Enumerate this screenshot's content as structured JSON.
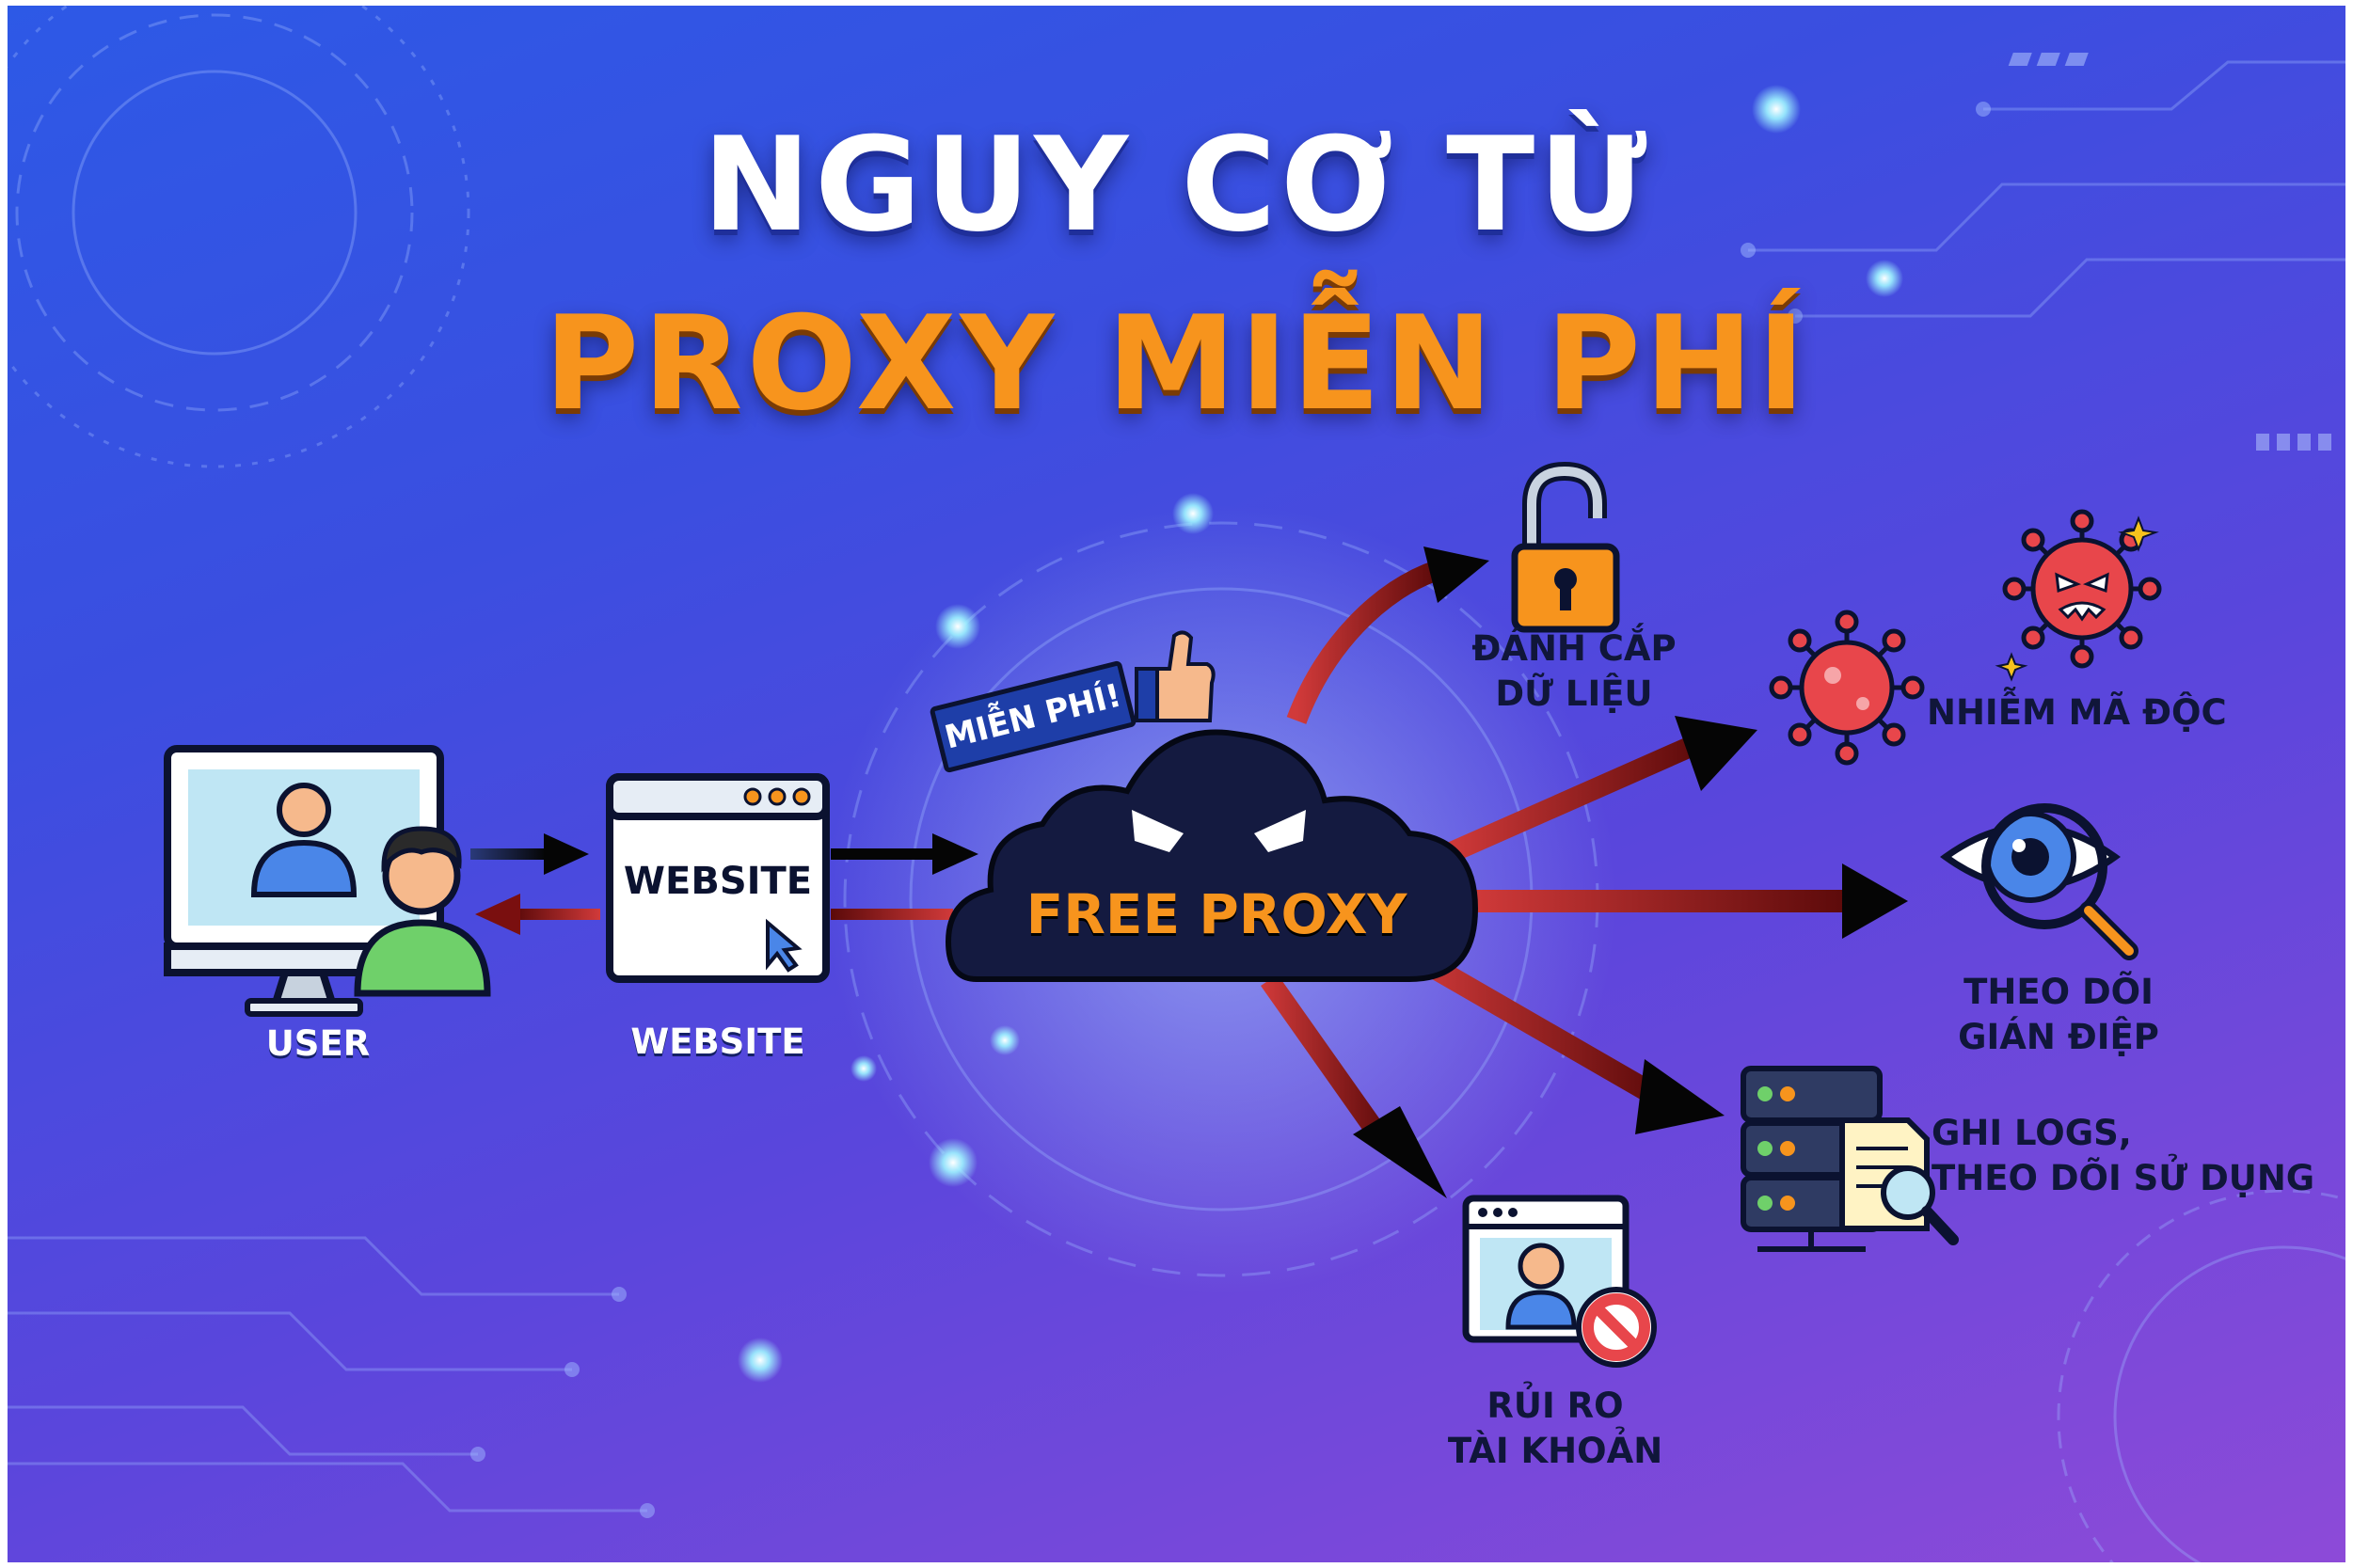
{
  "title": {
    "line1": "NGUY CƠ TỪ",
    "line2": "PROXY MIỄN PHÍ"
  },
  "colors": {
    "background_start": "#2d59e6",
    "background_end": "#8d4ad8",
    "title_primary": "#ffffff",
    "title_accent": "#f7941d",
    "arrow_dark": "#0b0b0b",
    "arrow_red": "#7a0f0f",
    "icon_orange": "#f7941d",
    "virus_red": "#e8464b"
  },
  "nodes": {
    "user": {
      "label": "USER",
      "icon": "computer-user-icon"
    },
    "website": {
      "label": "WEBSITE",
      "browser_text": "WEBSITE",
      "icon": "browser-window-icon"
    },
    "proxy": {
      "label": "FREE PROXY",
      "tag": "MIỄN PHÍ!",
      "icon": "evil-cloud-icon"
    }
  },
  "risks": [
    {
      "id": "data-theft",
      "label": "ĐÁNH CẮP\nDỮ LIỆU",
      "icon": "unlocked-padlock-icon"
    },
    {
      "id": "malware",
      "label": "NHIỄM MÃ ĐỘC",
      "icon": "virus-icon"
    },
    {
      "id": "spying",
      "label": "THEO DÕI GIÁN ĐIỆP",
      "icon": "eye-magnifier-icon"
    },
    {
      "id": "logging",
      "label": "GHI LOGS,\nTHEO DÕI SỬ DỤNG",
      "icon": "server-log-icon"
    },
    {
      "id": "account",
      "label": "RỦI RO\nTÀI KHOẢN",
      "icon": "blocked-account-icon"
    }
  ]
}
